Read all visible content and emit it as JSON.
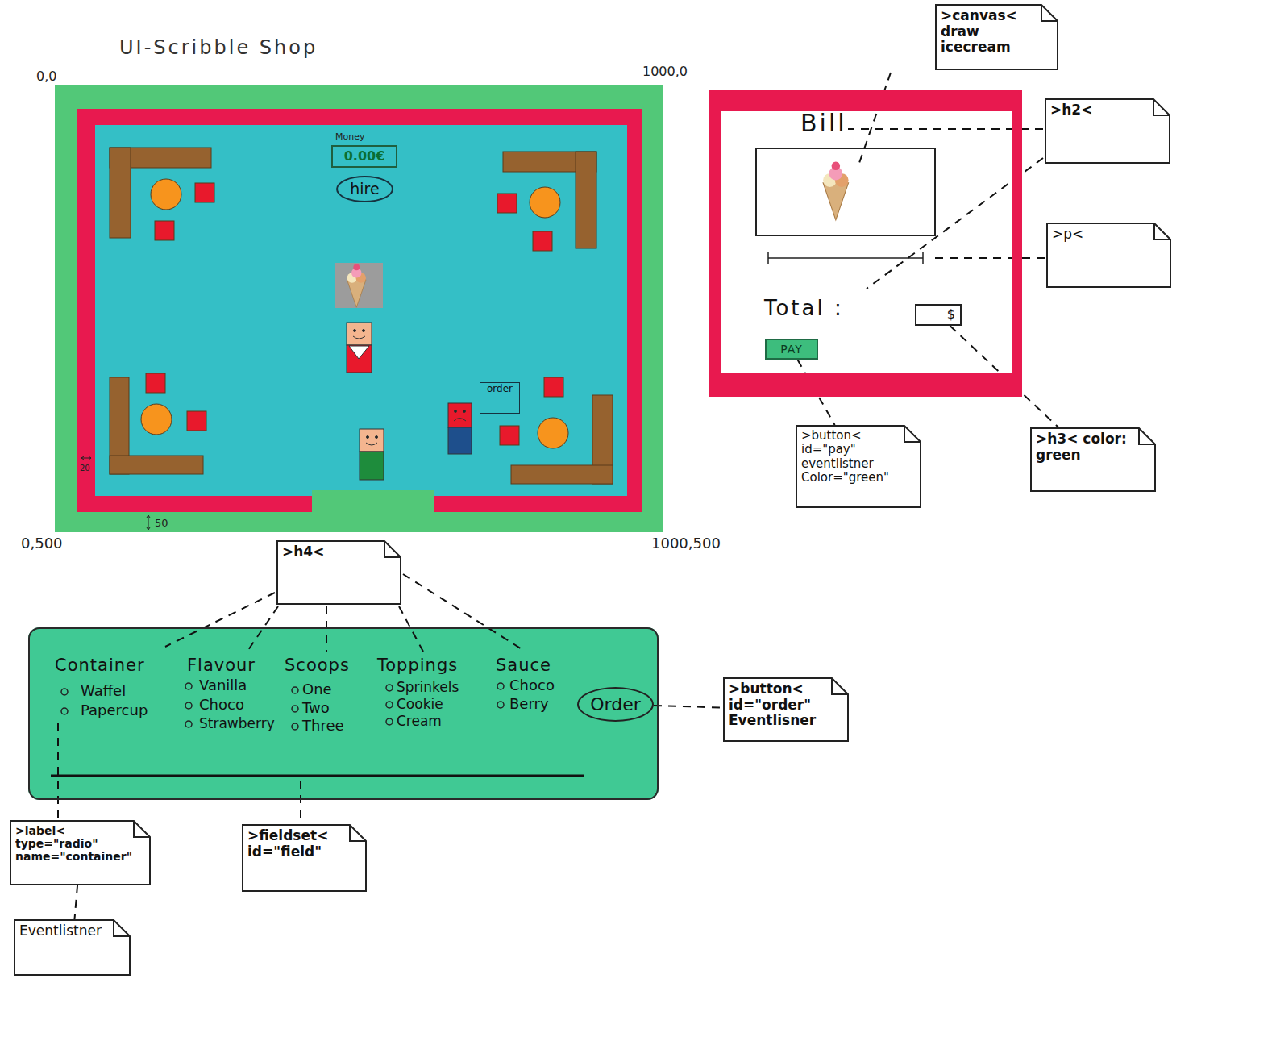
{
  "diagram": {
    "title": "UI-Scribble Shop",
    "nodes": [
      {
        "text": [
          "0.00€"
        ]
      },
      {
        "text": [
          "hire"
        ]
      },
      {
        "text": [
          "order"
        ]
      },
      {
        "text": [
          "Bill",
          "Total :"
        ]
      },
      {
        "text": [
          "$"
        ],
        "in": 3
      },
      {
        "text": [
          "PAY"
        ],
        "in": 3
      },
      {
        "text": [
          ">canvas< draw icecream"
        ]
      },
      {
        "text": [
          ">h2<"
        ]
      },
      {
        "text": [
          ">p<"
        ]
      },
      {
        "text": [
          ">button< id=\"pay\" eventlistner Color=\"green\""
        ]
      },
      {
        "text": [
          ">h3< color: green"
        ]
      },
      {
        "text": [
          ">h4<"
        ]
      },
      {
        "text": [
          "Container",
          "Waffel",
          "Papercup",
          "Flavour",
          "Vanilla",
          "Choco",
          "Strawberry",
          "Scoops",
          "One",
          "Two",
          "Three",
          "Toppings",
          "Sprinkels",
          "Cookie",
          "Cream",
          "Sauce",
          "Choco",
          "Berry"
        ]
      },
      {
        "text": [
          "Order"
        ],
        "in": 12
      },
      {
        "text": [
          ">button< id=\"order\" Eventlisner"
        ]
      },
      {
        "text": [
          ">label< type=\"radio\" name=\"container\""
        ]
      },
      {
        "text": [
          ">fieldset< id=\"field\""
        ]
      },
      {
        "text": [
          "Eventlistner"
        ]
      }
    ],
    "edges": [
      {
        "from": 5,
        "to": 9,
        "arrow": "none"
      },
      {
        "from": 4,
        "to": 10,
        "arrow": "none"
      },
      {
        "from": 13,
        "to": 14,
        "arrow": "none"
      },
      {
        "from": 15,
        "to": 17,
        "arrow": "none"
      }
    ],
    "labels": [
      "0,0",
      "1000,0",
      "0,500",
      "1000,500",
      "Money",
      "20",
      "50"
    ]
  }
}
